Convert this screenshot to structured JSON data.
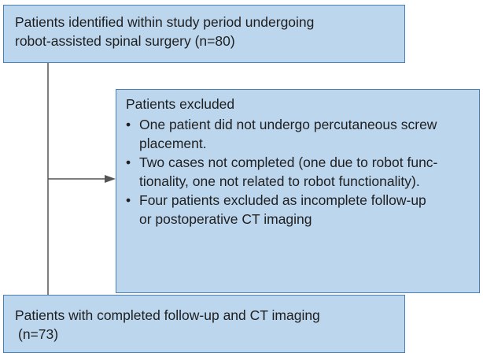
{
  "top_box": {
    "line1": "Patients identified within study period undergoing",
    "line2": "robot-assisted spinal surgery (n=80)"
  },
  "excluded_box": {
    "title": "Patients excluded",
    "items": [
      {
        "line1": "One patient did not undergo percutaneous screw",
        "line2": "placement."
      },
      {
        "line1": "Two cases not completed (one due to robot func-",
        "line2": "tionality, one not related to robot functionality)."
      },
      {
        "line1": "Four patients excluded as incomplete follow-up",
        "line2": "or postoperative CT imaging"
      }
    ]
  },
  "bottom_box": {
    "line1": "Patients with completed follow-up and CT imaging",
    "line2": "(n=73)"
  },
  "colors": {
    "box_fill": "#bcd6ee",
    "box_border": "#4a7fb3",
    "connector": "#555555"
  }
}
